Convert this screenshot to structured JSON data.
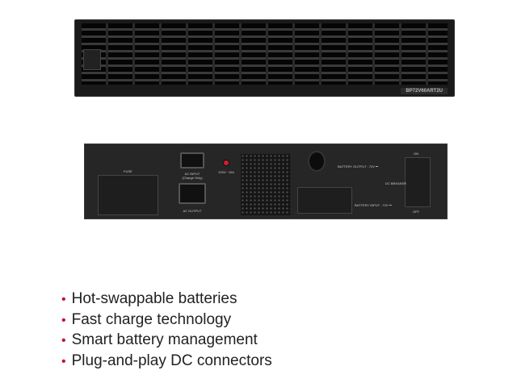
{
  "product": {
    "model": "BP72V60ART2U"
  },
  "rear_labels": {
    "fuse": "FUSE",
    "ac_input": "AC INPUT",
    "ac_input_note": "(Charge Only)",
    "rating": "125V~ 10A",
    "ac_output": "AC OUTPUT",
    "battery_output": "BATTERY OUTPUT : 72V ⎓",
    "battery_input": "BATTERY INPUT : 72V ⎓",
    "dc_breaker": "DC BREAKER",
    "on": "ON",
    "off": "OFF"
  },
  "features": [
    "Hot-swappable batteries",
    "Fast charge technology",
    "Smart battery management",
    "Plug-and-play DC connectors"
  ],
  "colors": {
    "bullet": "#c8102e"
  }
}
